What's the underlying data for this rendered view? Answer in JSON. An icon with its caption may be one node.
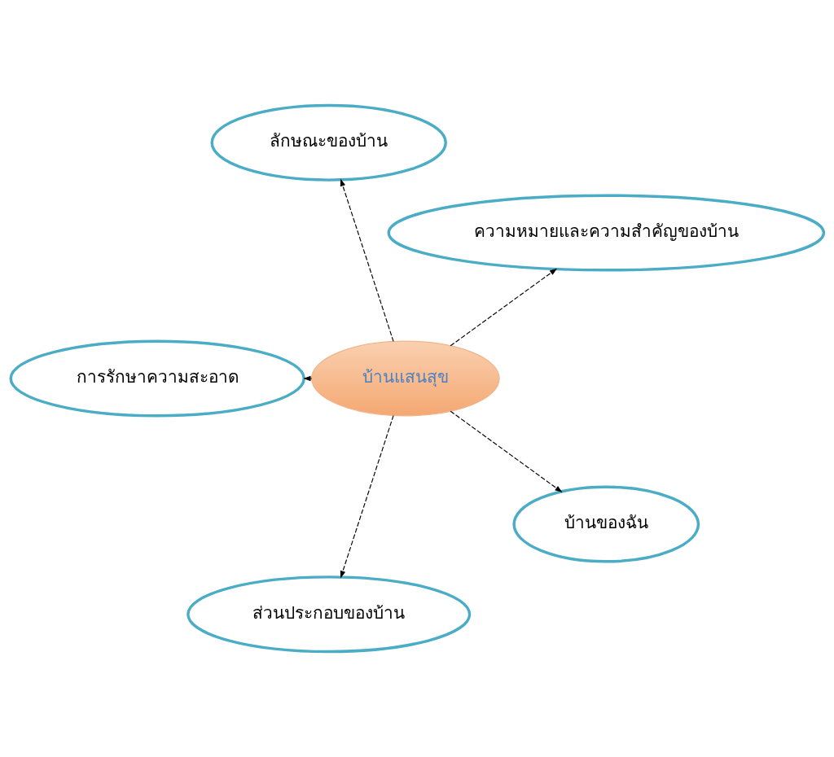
{
  "diagram": {
    "nodes": [
      {
        "text": [
          "ความหมายและความสำคัญของบ้าน"
        ]
      },
      {
        "text": [
          "ลักษณะของบ้าน"
        ]
      },
      {
        "text": [
          "การรักษาความสะอาด"
        ]
      },
      {
        "text": [
          "บ้านแสนสุข"
        ]
      },
      {
        "text": [
          "ส่วนประกอบของบ้าน"
        ]
      },
      {
        "text": [
          "บ้านของฉัน"
        ]
      }
    ],
    "edges": [
      {
        "from": 3,
        "to": 0,
        "arrow": "to",
        "style": "dashed"
      },
      {
        "from": 3,
        "to": 1,
        "arrow": "to",
        "style": "dashed"
      },
      {
        "from": 3,
        "to": 2,
        "arrow": "to",
        "style": "dashed"
      },
      {
        "from": 3,
        "to": 4,
        "arrow": "to",
        "style": "dashed"
      },
      {
        "from": 3,
        "to": 5,
        "arrow": "to",
        "style": "dashed"
      }
    ]
  }
}
